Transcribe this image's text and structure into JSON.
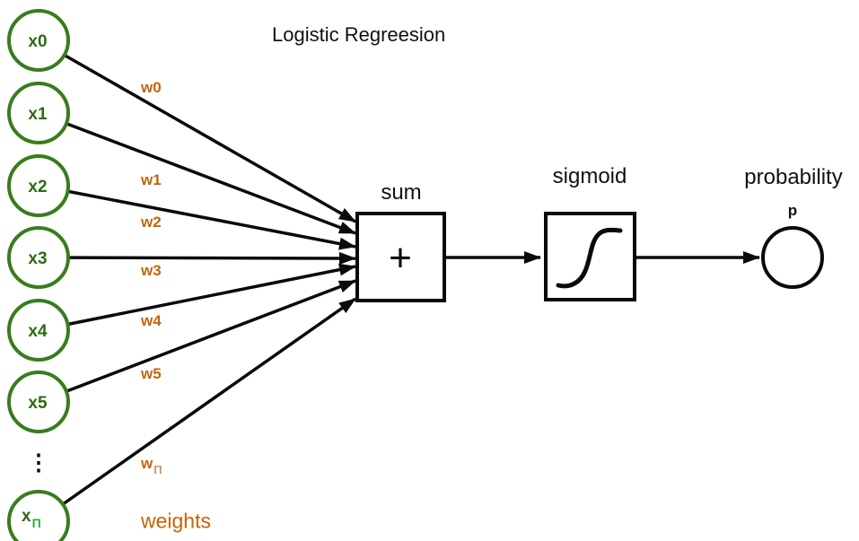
{
  "title": "Logistic Regreesion",
  "inputs": {
    "items": [
      "x0",
      "x1",
      "x2",
      "x3",
      "x4",
      "x5"
    ],
    "xn_base": "x",
    "xn_sub": "Π",
    "ellipsis": "⋮"
  },
  "weights": {
    "items": [
      "w0",
      "w1",
      "w2",
      "w3",
      "w4",
      "w5"
    ],
    "wn_base": "w",
    "wn_sub": "Π",
    "caption": "weights"
  },
  "sum_box": {
    "label": "sum",
    "symbol": "+"
  },
  "sigmoid_box": {
    "label": "sigmoid"
  },
  "output": {
    "label": "probability",
    "node_label": "p"
  },
  "colors": {
    "node_stroke_green": "#377D1C",
    "node_text_green": "#2E6B12",
    "subscript_green": "#2FAE2F",
    "weight_orange": "#C4640A",
    "weight_subscript_orange": "#C9996B",
    "diagram_black": "#0A0A0A",
    "background": "#FFFFFF"
  }
}
